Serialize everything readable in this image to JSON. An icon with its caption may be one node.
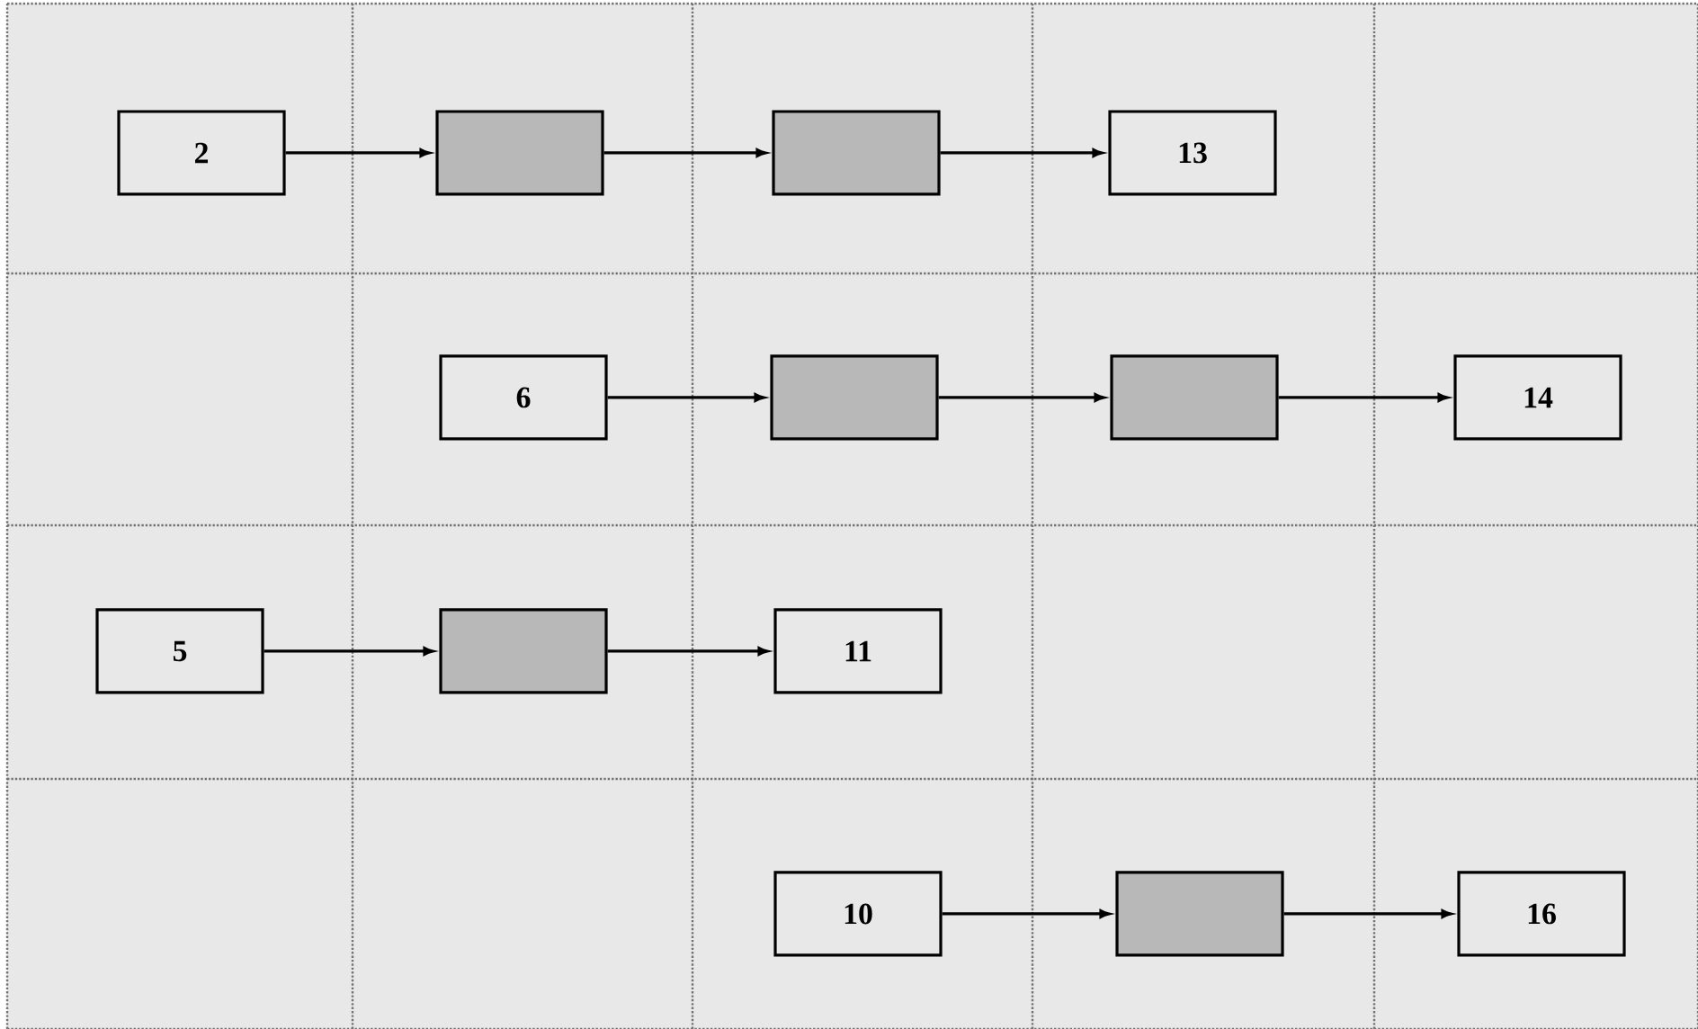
{
  "diagram": {
    "nodes": [
      {
        "text": [
          "2"
        ]
      },
      {
        "text": [],
        "shape": "box"
      },
      {
        "text": [],
        "shape": "box"
      },
      {
        "text": [
          "13"
        ]
      },
      {
        "text": [
          "6"
        ]
      },
      {
        "text": [],
        "shape": "box"
      },
      {
        "text": [],
        "shape": "box"
      },
      {
        "text": [
          "14"
        ]
      },
      {
        "text": [
          "5"
        ]
      },
      {
        "text": [],
        "shape": "box"
      },
      {
        "text": [
          "11"
        ]
      },
      {
        "text": [
          "10"
        ]
      },
      {
        "text": [],
        "shape": "box"
      },
      {
        "text": [
          "16"
        ]
      }
    ],
    "edges": [
      {
        "from": 0,
        "to": 1,
        "arrow": "to"
      },
      {
        "from": 1,
        "to": 2,
        "arrow": "to"
      },
      {
        "from": 2,
        "to": 3,
        "arrow": "to"
      },
      {
        "from": 4,
        "to": 5,
        "arrow": "to"
      },
      {
        "from": 5,
        "to": 6,
        "arrow": "to"
      },
      {
        "from": 6,
        "to": 7,
        "arrow": "to"
      },
      {
        "from": 8,
        "to": 9,
        "arrow": "to"
      },
      {
        "from": 9,
        "to": 10,
        "arrow": "to"
      },
      {
        "from": 11,
        "to": 12,
        "arrow": "to"
      },
      {
        "from": 12,
        "to": 13,
        "arrow": "to"
      }
    ]
  }
}
